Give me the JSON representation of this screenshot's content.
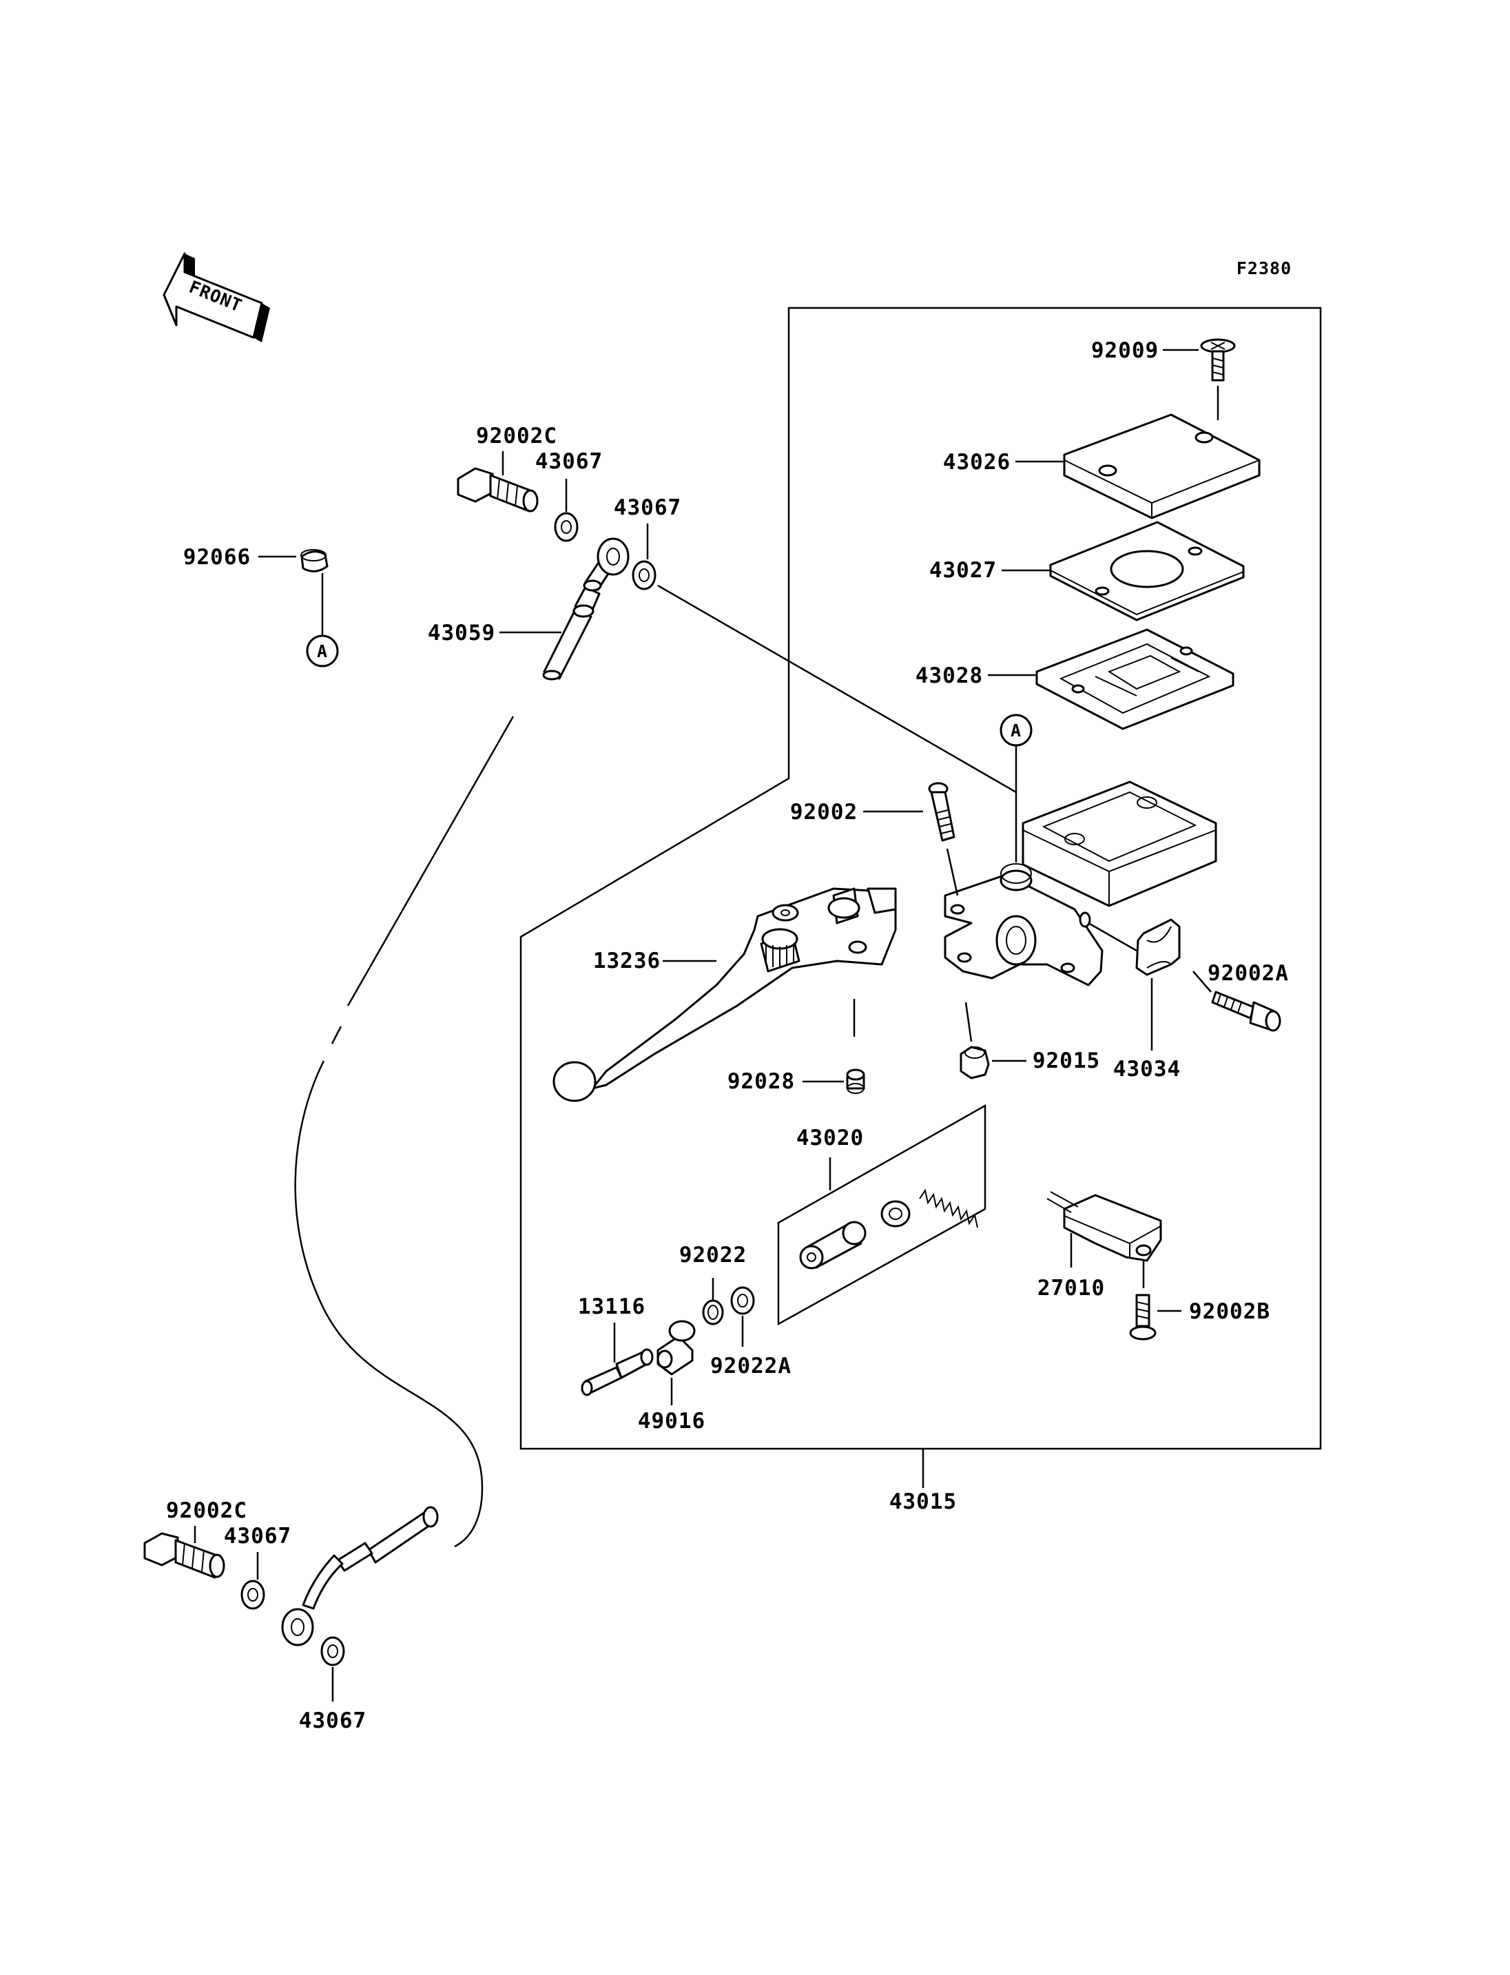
{
  "figure_code": "F2380",
  "front_label": "FRONT",
  "ref_marker": "A",
  "assembly_number": "43015",
  "parts": {
    "p92009": "92009",
    "p43026": "43026",
    "p43027": "43027",
    "p43028": "43028",
    "p92002": "92002",
    "p13236": "13236",
    "p92028": "92028",
    "p92015": "92015",
    "p92002A": "92002A",
    "p43034": "43034",
    "p43020": "43020",
    "p92022": "92022",
    "p13116": "13116",
    "p92022A": "92022A",
    "p49016": "49016",
    "p27010": "27010",
    "p92002B": "92002B",
    "p92002C_top": "92002C",
    "p43067_top1": "43067",
    "p43067_top2": "43067",
    "p92066": "92066",
    "p43059": "43059",
    "p92002C_bottom": "92002C",
    "p43067_bottom1": "43067",
    "p43067_bottom2": "43067"
  }
}
